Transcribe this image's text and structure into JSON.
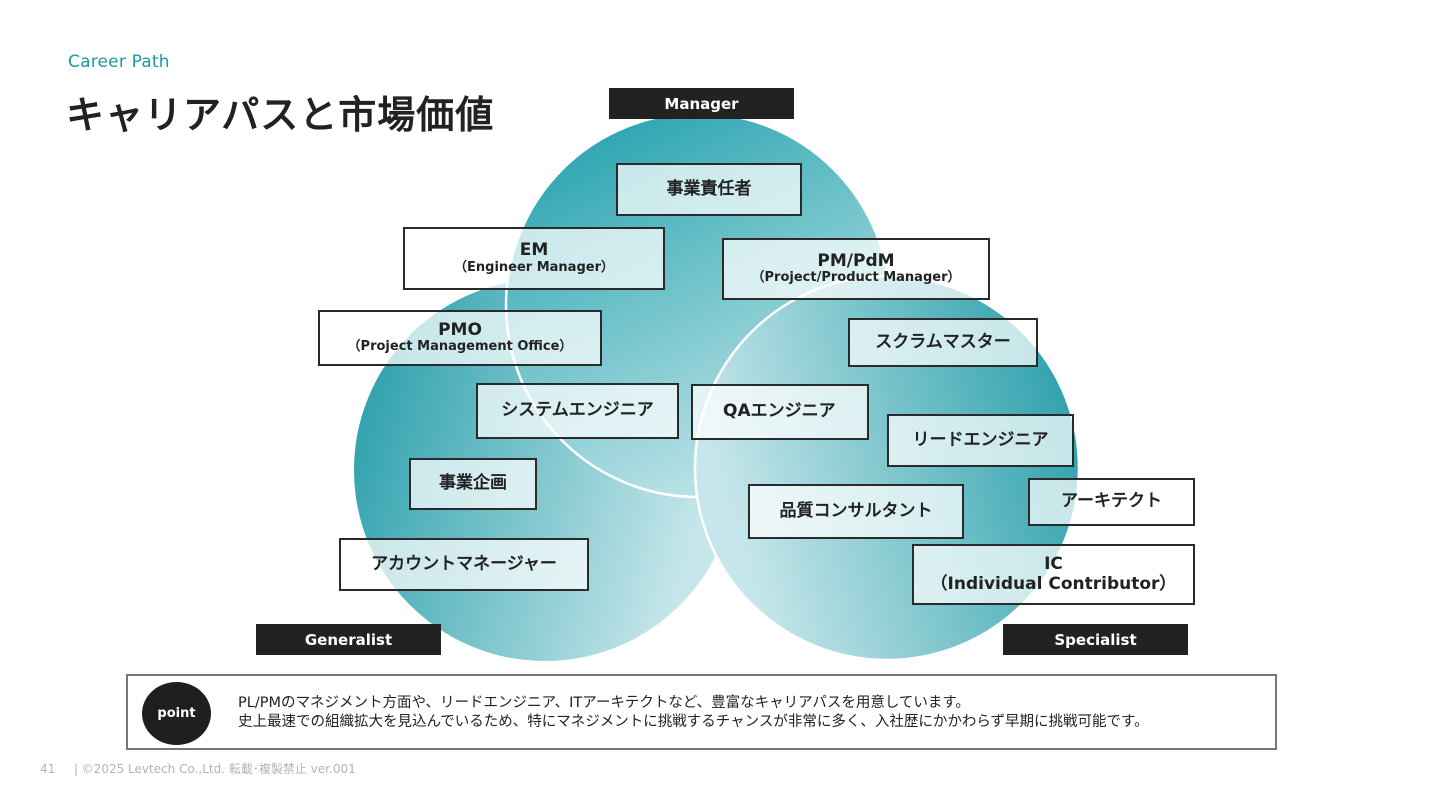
{
  "header": {
    "subtitle": "Career Path",
    "title": "キャリアパスと市場価値"
  },
  "colors": {
    "accent": "#1a9aa3",
    "circle_deep": "#1e9aa6",
    "circle_light": "#c5e6ea",
    "label_bg": "#222222"
  },
  "categories": {
    "manager": "Manager",
    "generalist": "Generalist",
    "specialist": "Specialist"
  },
  "roles": {
    "business_owner": {
      "main": "事業責任者"
    },
    "em": {
      "main": "EM",
      "sub": "（Engineer Manager）"
    },
    "pm": {
      "main": "PM/PdM",
      "sub": "（Project/Product Manager）"
    },
    "pmo": {
      "main": "PMO",
      "sub": "（Project Management Office）"
    },
    "scrum_master": {
      "main": "スクラムマスター"
    },
    "system_engineer": {
      "main": "システムエンジニア"
    },
    "qa_engineer": {
      "main": "QAエンジニア"
    },
    "lead_engineer": {
      "main": "リードエンジニア"
    },
    "business_planning": {
      "main": "事業企画"
    },
    "architect": {
      "main": "アーキテクト"
    },
    "quality_consultant": {
      "main": "品質コンサルタント"
    },
    "account_manager": {
      "main": "アカウントマネージャー"
    },
    "ic": {
      "main": "IC",
      "sub": "（Individual Contributor）"
    }
  },
  "point": {
    "badge": "point",
    "line1": "PL/PMのマネジメント方面や、リードエンジニア、ITアーキテクトなど、豊富なキャリアパスを用意しています。",
    "line2": "史上最速での組織拡大を見込んでいるため、特にマネジメントに挑戦するチャンスが非常に多く、入社歴にかかわらず早期に挑戦可能です。"
  },
  "footer": {
    "page": "41",
    "copyright": "| ©2025 Levtech Co.,Ltd.  転載･複製禁止  ver.001"
  }
}
